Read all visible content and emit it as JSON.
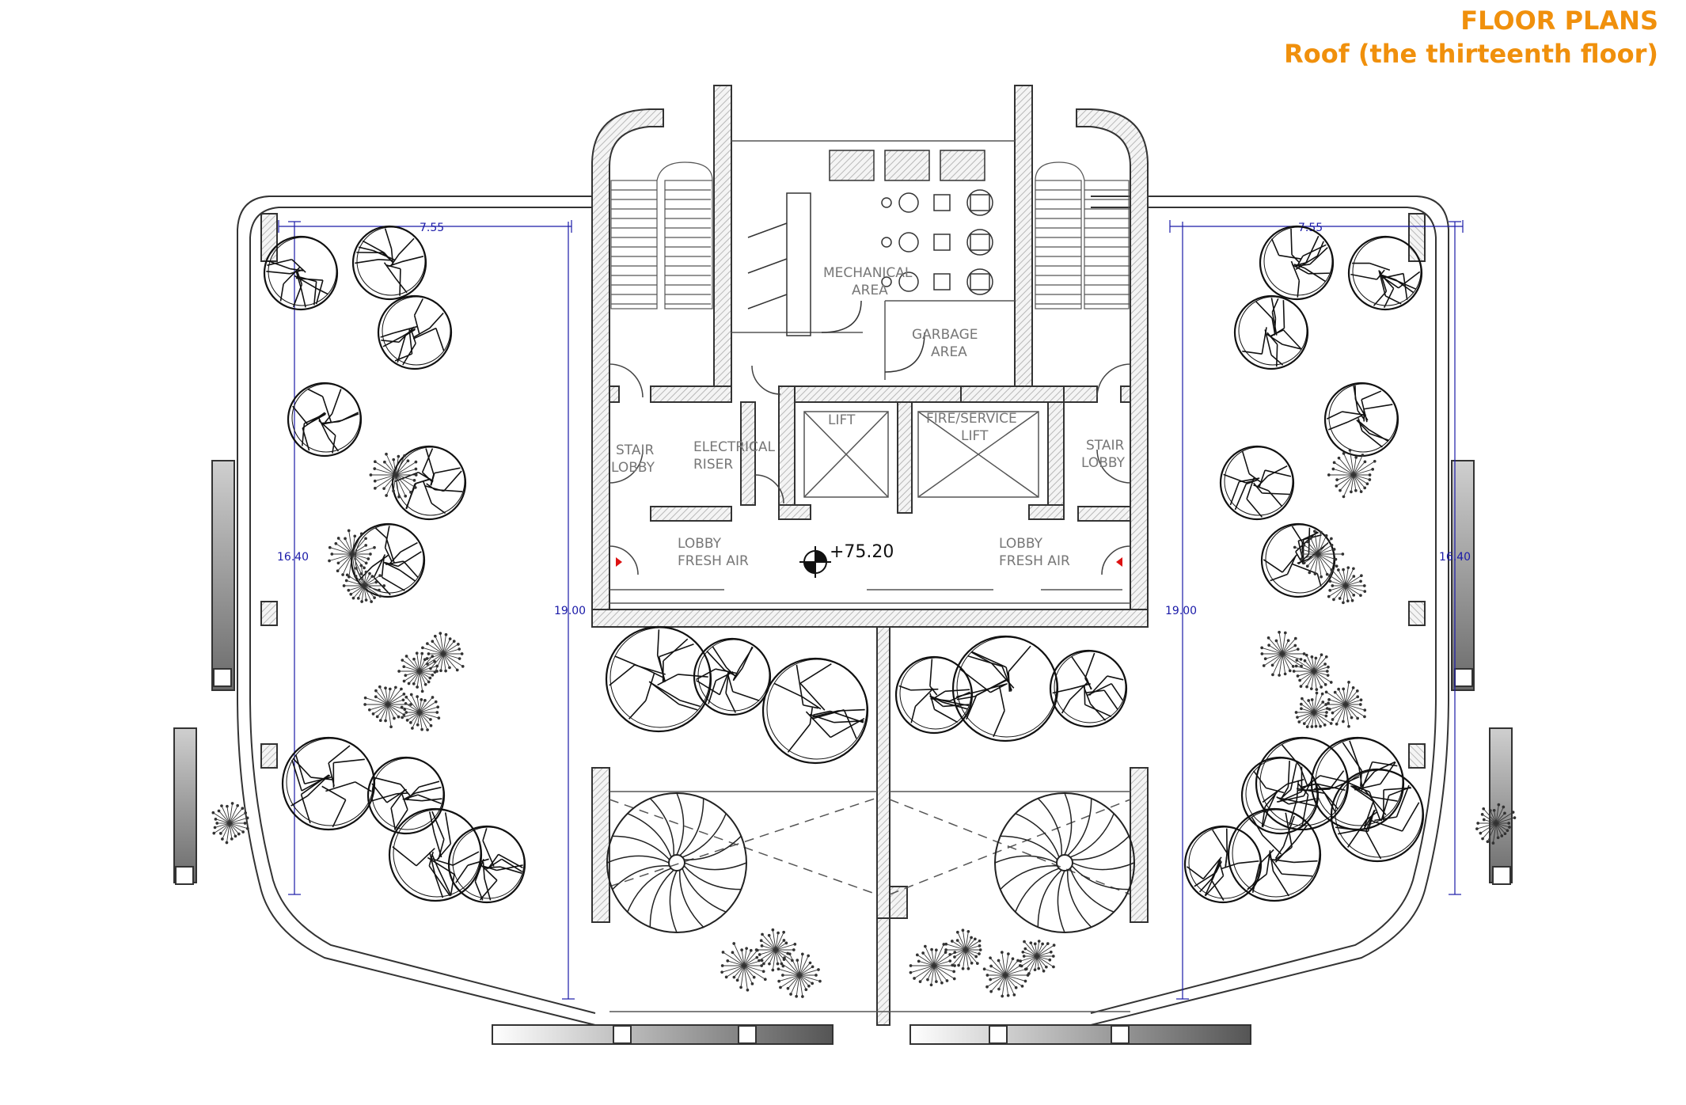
{
  "title": {
    "line1": "FLOOR PLANS",
    "line2": "Roof (the thirteenth floor)"
  },
  "colors": {
    "accent": "#f0900c",
    "dimension": "#1a1aa8",
    "wall": "#444444",
    "marker": "#dd1111"
  },
  "rooms": {
    "mechanical": [
      "MECHANICAL",
      "AREA"
    ],
    "garbage": [
      "GARBAGE",
      "AREA"
    ],
    "stair_lobby_left": [
      "STAIR",
      "LOBBY"
    ],
    "stair_lobby_right": [
      "STAIR",
      "LOBBY"
    ],
    "electrical": [
      "ELECTRICAL",
      "RISER"
    ],
    "lift": "LIFT",
    "fire_lift": [
      "FIRE/SERVICE",
      "LIFT"
    ],
    "lobby_left": [
      "LOBBY",
      "FRESH AIR"
    ],
    "lobby_right": [
      "LOBBY",
      "FRESH AIR"
    ]
  },
  "level": "+75.20",
  "dimensions": {
    "left_width": "7.55",
    "right_width": "7.55",
    "left_depth": "16.40",
    "right_depth": "16.40",
    "left_height": "19.00",
    "right_height": "19.00"
  }
}
